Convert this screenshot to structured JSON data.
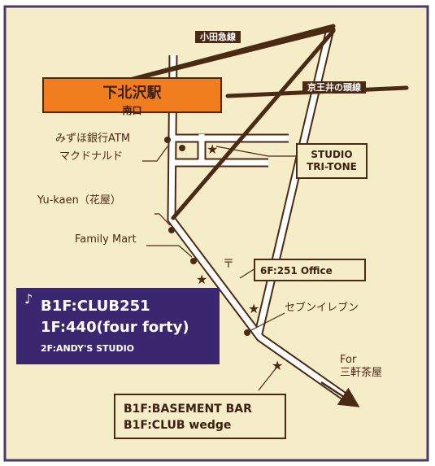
{
  "colors": {
    "background": "#f5ecc8",
    "road": "#ffffff",
    "brown": "#4b2a14",
    "station": "#f07d1e",
    "highlight_box": "#3b2770",
    "frame": "#4a3a6a"
  },
  "railways": {
    "odakyu": "小田急線",
    "keio_inokashira": "京王井の頭線"
  },
  "station": {
    "name": "下北沢駅",
    "exit": "南口"
  },
  "landmarks": {
    "mizuho_atm": "みずほ銀行ATM",
    "mcdonalds": "マクドナルド",
    "yukaen": "Yu-kaen（花屋）",
    "family_mart": "Family Mart",
    "seven_eleven": "セブンイレブン",
    "post_office_symbol": "〒"
  },
  "studio_tritone": {
    "line1": "STUDIO",
    "line2": "TRI-TONE"
  },
  "office": {
    "label": "6F:251 Office"
  },
  "main_venue": {
    "icon": "music-note-icon",
    "line1": "B1F:CLUB251",
    "line2": "1F:440(four forty)",
    "line3": "2F:ANDY'S STUDIO"
  },
  "direction": {
    "line1": "For",
    "line2": "三軒茶屋"
  },
  "basement": {
    "line1": "B1F:BASEMENT BAR",
    "line2": "B1F:CLUB wedge"
  }
}
